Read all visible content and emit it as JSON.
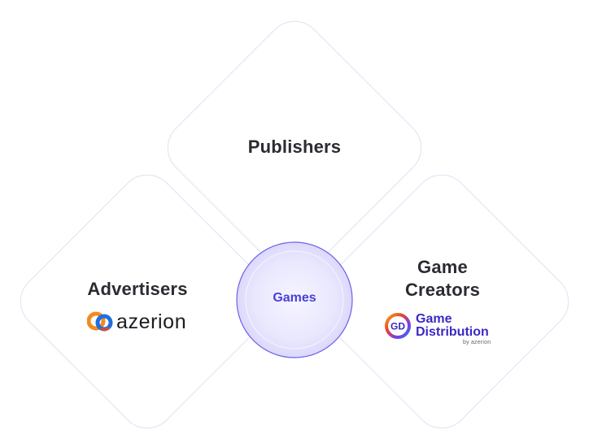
{
  "diagram": {
    "top_label": "Publishers",
    "left_label": "Advertisers",
    "right_label_line1": "Game",
    "right_label_line2": "Creators",
    "center_label": "Games"
  },
  "logos": {
    "azerion_text": "azerion",
    "gd_line1": "Game",
    "gd_line2": "Distribution",
    "gd_by": "by azerion",
    "gd_mark": "GD"
  },
  "colors": {
    "diamond_stroke": "#e3e5f3",
    "center_fill": "#ecebfd",
    "center_stroke": "#6c62e8",
    "center_text": "#4a3fd6",
    "label_text": "#2b2b33"
  }
}
